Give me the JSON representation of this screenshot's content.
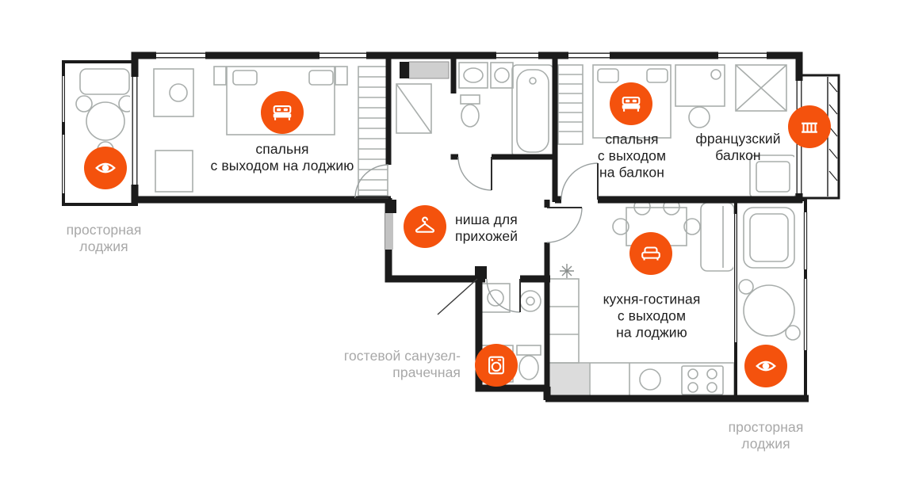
{
  "colors": {
    "accent": "#F4520D",
    "wall": "#1B1B1B",
    "label": "#1F1F1F",
    "label_muted": "#A8A8A8"
  },
  "rooms": [
    {
      "id": "bedroom-with-loggia",
      "label": "спальня\nс выходом на лоджию"
    },
    {
      "id": "bedroom-with-balcony",
      "label": "спальня\nс выходом\nна балкон"
    },
    {
      "id": "french-balcony",
      "label": "французский\nбалкон"
    },
    {
      "id": "hallway-niche",
      "label": "ниша для\nприхожей"
    },
    {
      "id": "kitchen-living",
      "label": "кухня-гостиная\nс выходом\nна лоджию"
    },
    {
      "id": "guest-bathroom-laundry",
      "label": "гостевой санузел-\nпрачечная"
    },
    {
      "id": "loggia-left",
      "label": "просторная\nлоджия"
    },
    {
      "id": "loggia-right",
      "label": "просторная\nлоджия"
    }
  ],
  "badges": [
    {
      "id": "loggia-left-view",
      "icon": "eye-icon"
    },
    {
      "id": "bedroom-loggia",
      "icon": "bed-icon"
    },
    {
      "id": "hallway-niche",
      "icon": "hanger-icon"
    },
    {
      "id": "bedroom-balcony",
      "icon": "bed-icon"
    },
    {
      "id": "french-balcony",
      "icon": "balcony-railing-icon"
    },
    {
      "id": "kitchen-living",
      "icon": "sofa-icon"
    },
    {
      "id": "guest-bathroom",
      "icon": "washing-machine-icon"
    },
    {
      "id": "loggia-right-view",
      "icon": "eye-icon"
    }
  ]
}
